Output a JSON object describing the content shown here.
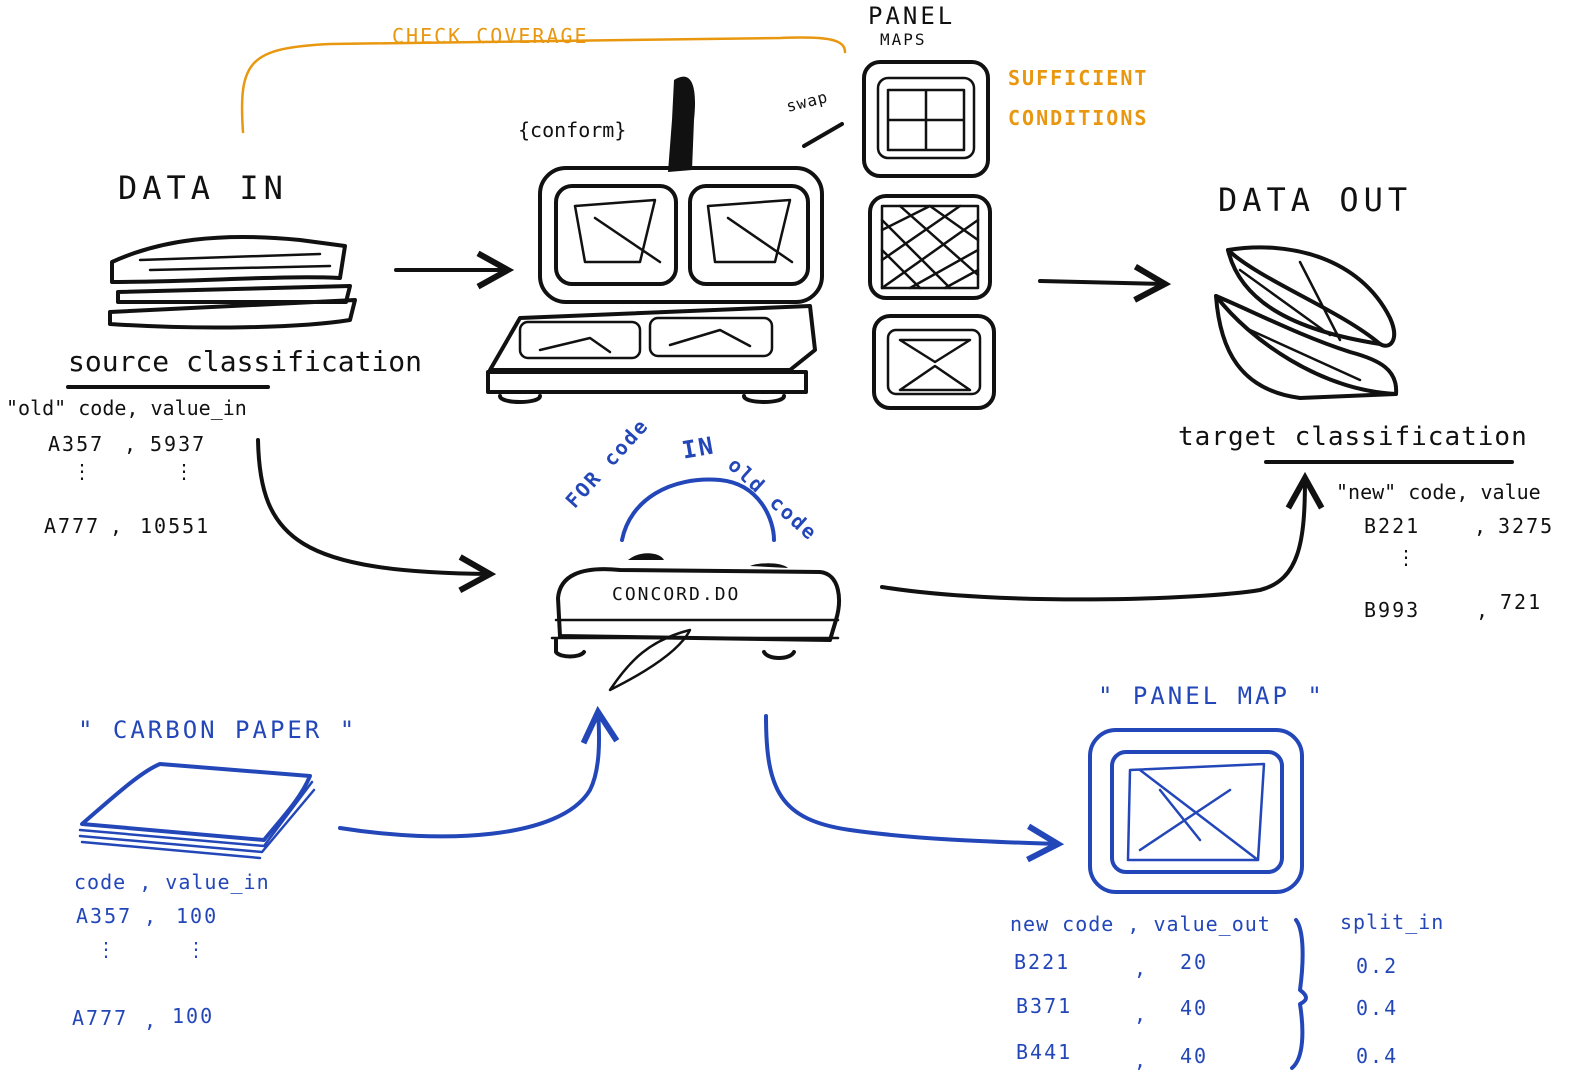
{
  "top_loop": {
    "label": "CHECK COVERAGE"
  },
  "data_in": {
    "title": "DATA IN",
    "classification": "source classification",
    "header": "\"old\" code, value_in",
    "rows": [
      {
        "code": "A357",
        "value": "5937"
      },
      {
        "code": "A777",
        "value": "10551"
      }
    ]
  },
  "machine": {
    "label": "{conform}",
    "swap_label": "swap"
  },
  "panel_maps": {
    "title": "PANEL",
    "subtitle": "MAPS",
    "note_line1": "SUFFICIENT",
    "note_line2": "CONDITIONS"
  },
  "data_out": {
    "title": "DATA OUT",
    "classification": "target classification",
    "header": "\"new\" code, value",
    "rows": [
      {
        "code": "B221",
        "value": "3275"
      },
      {
        "code": "B993",
        "value": "721"
      }
    ]
  },
  "concord": {
    "device_label": "CONCORD.DO",
    "loop_left": "FOR code",
    "loop_mid": "IN",
    "loop_right": "old code"
  },
  "carbon_paper": {
    "title": "\" CARBON PAPER \"",
    "header": "code , value_in",
    "rows": [
      {
        "code": "A357",
        "value": "100"
      },
      {
        "code": "A777",
        "value": "100"
      }
    ]
  },
  "panel_map": {
    "title": "\" PANEL MAP \"",
    "header": "new code , value_out",
    "split_header": "split_in",
    "rows": [
      {
        "code": "B221",
        "value": "20",
        "split": "0.2"
      },
      {
        "code": "B371",
        "value": "40",
        "split": "0.4"
      },
      {
        "code": "B441",
        "value": "40",
        "split": "0.4"
      }
    ]
  },
  "colors": {
    "ink": "#111111",
    "blue": "#2347b8",
    "orange": "#e8970f"
  }
}
